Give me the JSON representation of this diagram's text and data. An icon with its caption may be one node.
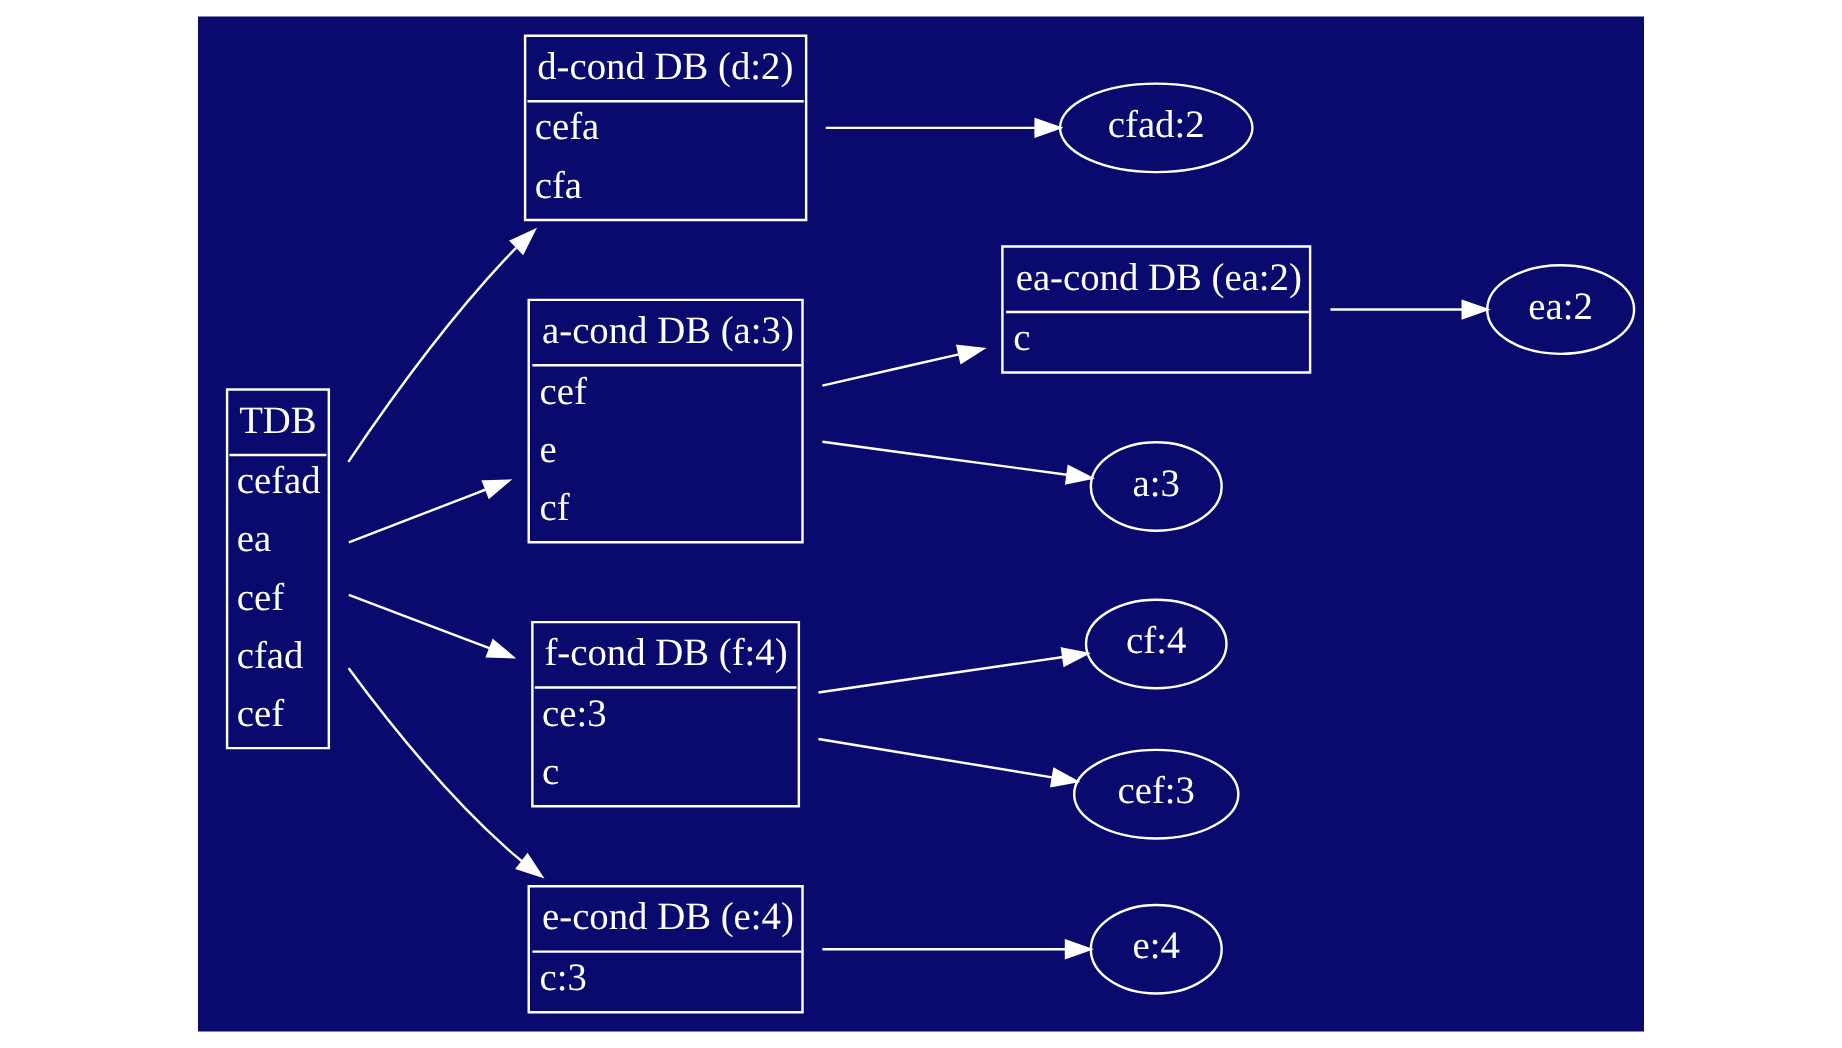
{
  "diagram": {
    "nodes": [
      {
        "text": [
          "TDB",
          "cefad",
          "ea",
          "cef",
          "cfad",
          "cef"
        ]
      },
      {
        "text": [
          "d-cond DB (d:2)",
          "cefa",
          "cfa"
        ]
      },
      {
        "text": [
          "cfad:2"
        ]
      },
      {
        "text": [
          "a-cond DB (a:3)",
          "cef",
          "e",
          "cf"
        ]
      },
      {
        "text": [
          "ea-cond DB (ea:2)",
          "c"
        ]
      },
      {
        "text": [
          "ea:2"
        ]
      },
      {
        "text": [
          "a:3"
        ]
      },
      {
        "text": [
          "f-cond DB (f:4)",
          "ce:3",
          "c"
        ]
      },
      {
        "text": [
          "cf:4"
        ]
      },
      {
        "text": [
          "cef:3"
        ]
      },
      {
        "text": [
          "e-cond DB (e:4)",
          "c:3"
        ]
      },
      {
        "text": [
          "e:4"
        ]
      }
    ],
    "edges": [
      {
        "from": 0,
        "to": 1,
        "arrow": "to"
      },
      {
        "from": 0,
        "to": 3,
        "arrow": "to"
      },
      {
        "from": 0,
        "to": 7,
        "arrow": "to"
      },
      {
        "from": 0,
        "to": 10,
        "arrow": "to"
      },
      {
        "from": 1,
        "to": 2,
        "arrow": "to"
      },
      {
        "from": 3,
        "to": 4,
        "arrow": "to"
      },
      {
        "from": 4,
        "to": 5,
        "arrow": "to"
      },
      {
        "from": 3,
        "to": 6,
        "arrow": "to"
      },
      {
        "from": 7,
        "to": 8,
        "arrow": "to"
      },
      {
        "from": 7,
        "to": 9,
        "arrow": "to"
      },
      {
        "from": 10,
        "to": 11,
        "arrow": "to"
      }
    ]
  }
}
